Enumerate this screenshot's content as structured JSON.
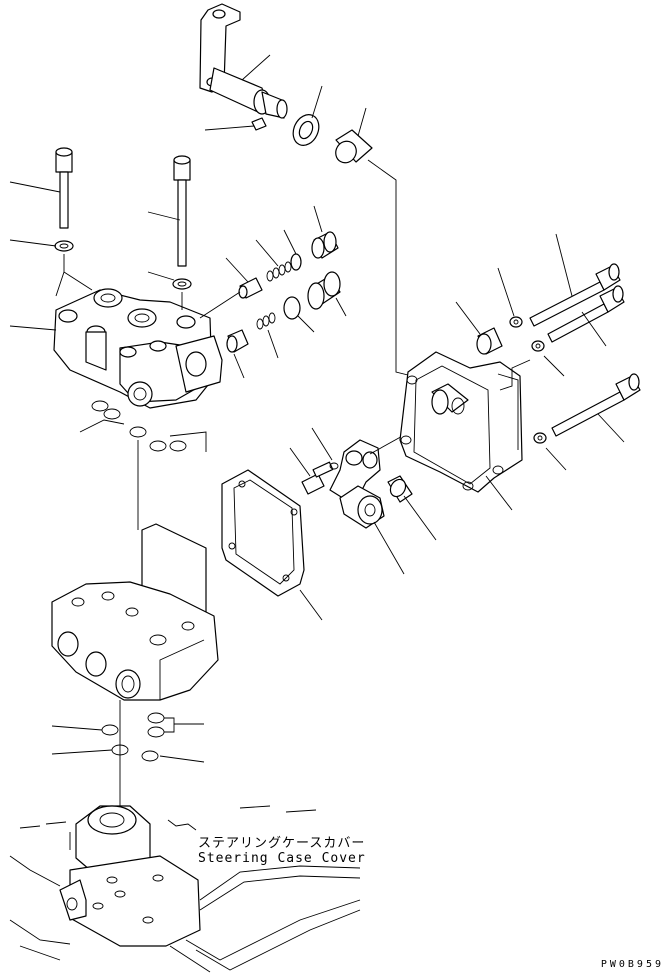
{
  "labels": {
    "ref_name_jp": "ステアリングケースカバー",
    "ref_name_en": "Steering Case Cover",
    "figure_code": "PW0B959"
  }
}
